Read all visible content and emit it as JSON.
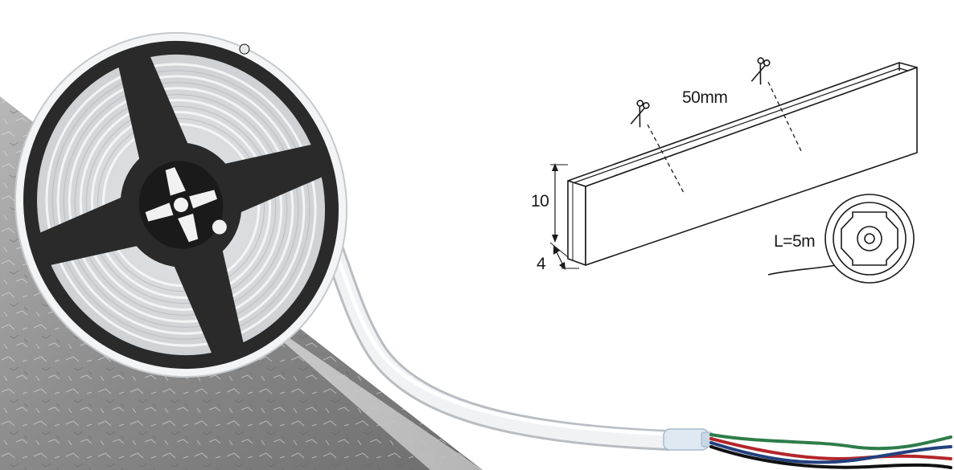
{
  "diagram": {
    "cut_spacing_label": "50mm",
    "height_label": "10",
    "width_label": "4",
    "length_label": "L=5m"
  },
  "icons": {
    "cut_marker_left": "scissors-icon",
    "cut_marker_right": "scissors-icon",
    "reel_icon": "reel-icon"
  },
  "colors": {
    "background": "#ffffff",
    "stone": "#8f8f8f",
    "reel": "#2a2a2a",
    "strip": "#eef0f2",
    "wire_green": "#2e7d4a",
    "wire_red": "#b3262b",
    "wire_blue": "#23407e",
    "wire_black": "#111111"
  }
}
